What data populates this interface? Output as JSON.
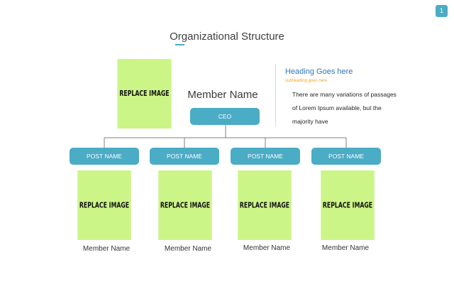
{
  "page_number": "1",
  "title": "Organizational Structure",
  "ceo": {
    "image_label": "REPLACE IMAGE",
    "name": "Member Name",
    "post": "CEO"
  },
  "info": {
    "heading": "Heading Goes here",
    "subheading": "subheading goes here",
    "body": "There are many variations of passages of Lorem Ipsum available, but the majority have"
  },
  "members": [
    {
      "post": "POST NAME",
      "image_label": "REPLACE IMAGE",
      "name": "Member Name"
    },
    {
      "post": "POST NAME",
      "image_label": "REPLACE IMAGE",
      "name": "Member Name"
    },
    {
      "post": "POST NAME",
      "image_label": "REPLACE IMAGE",
      "name": "Member Name"
    },
    {
      "post": "POST NAME",
      "image_label": "REPLACE IMAGE",
      "name": "Member Name"
    }
  ],
  "colors": {
    "accent": "#4aacc5",
    "placeholder": "#ccf587",
    "heading": "#2e75b6",
    "subheading": "#f5a623"
  }
}
